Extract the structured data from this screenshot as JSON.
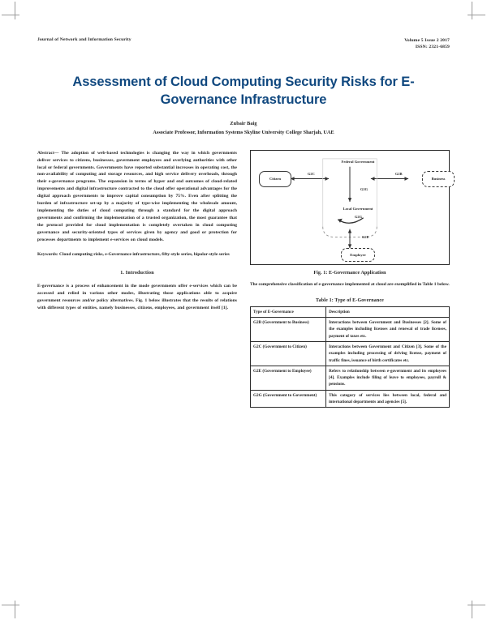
{
  "running_head": {
    "left": "Journal of Network and Information Security",
    "right_line1": "Volume 5 Issue 2 2017",
    "right_line2": "ISSN: 2321-6859"
  },
  "title": "Assessment of Cloud Computing Security Risks for E-Governance Infrastructure",
  "author": "Zubair Baig",
  "affiliation": "Associate Professor, Information Systems Skyline University College Sharjah, UAE",
  "abstract": {
    "text": "Abstract— The adoption of web-based technologies is changing the way in which governments deliver services to citizens, businesses, government employees and overlying authorities with other local or federal governments. Governments have reported substantial increases in operating cost, the non-availability of computing and storage resources, and high service delivery overheads, through their e-governance programs. The expansion in terms of hyper and end outcomes of cloud-related improvements and digital infrastructure contracted to the cloud offer operational advantages for the digital approach governments to improve capital consumption by 75%. Even after splitting the burden of infrastructure set-up by a majority of type-wise implementing the wholesale amount, implementing the duties of cloud computing through a standard for the digital approach governments and confirming the implementation of a trusted organization, the most guarantee that the protocol provided for cloud implementation is completely overtaken in cloud computing governance and security-oriented types of services given by agency and good or protection for processes departments to implement e-services on cloud models."
  },
  "keywords": {
    "label": "Keywords:",
    "text": "Cloud computing risks, e-Governance infrastructure, fifty-style series, bipolar-style series"
  },
  "section": {
    "heading": "1. Introduction",
    "paragraph": "E-governance is a process of enhancement in the mode governments offer e-services which can be accessed and relied in various other modes, illustrating those applications able to acquire government resources and/or policy alternatives. Fig. 1 below illustrates that the results of relations with different types of entities, namely businesses, citizens, employees, and government itself [1]."
  },
  "figure": {
    "caption": "Fig. 1: E-Governance Application",
    "nodes": {
      "citizen": "Citizen",
      "federal": "Federal Government",
      "local": "Local Government",
      "business": "Business",
      "employee": "Employee"
    },
    "edges": {
      "g2c": "G2C",
      "g2b": "G2B",
      "g2g_top": "G2G",
      "g2g_bottom": "G2G",
      "g2e": "G2E"
    },
    "note": "The comprehensive classification of e-governance implemented at cloud are exemplified in Table 1 below."
  },
  "table": {
    "caption": "Table 1: Type of E-Governance",
    "headers": [
      "Type of E-Governance",
      "Description"
    ],
    "rows": [
      {
        "type": "G2B (Government to Business)",
        "description": "Interactions between Government and Businesses [2]. Some of the examples including licenses and renewal of trade licenses, payment of taxes etc."
      },
      {
        "type": "G2C (Government to Citizen)",
        "description": "Interactions between Government and Citizen [3]. Some of the examples including processing of driving license, payment of traffic fines, issuance of birth certificates etc."
      },
      {
        "type": "G2E (Government to Employee)",
        "description": "Refers to relationship between e-government and its employees [4]. Examples include filing of leave to employees, payroll & pensions."
      },
      {
        "type": "G2G (Government to Government)",
        "description": "This category of services lies between local, federal and international departments and agencies [5]."
      }
    ]
  }
}
